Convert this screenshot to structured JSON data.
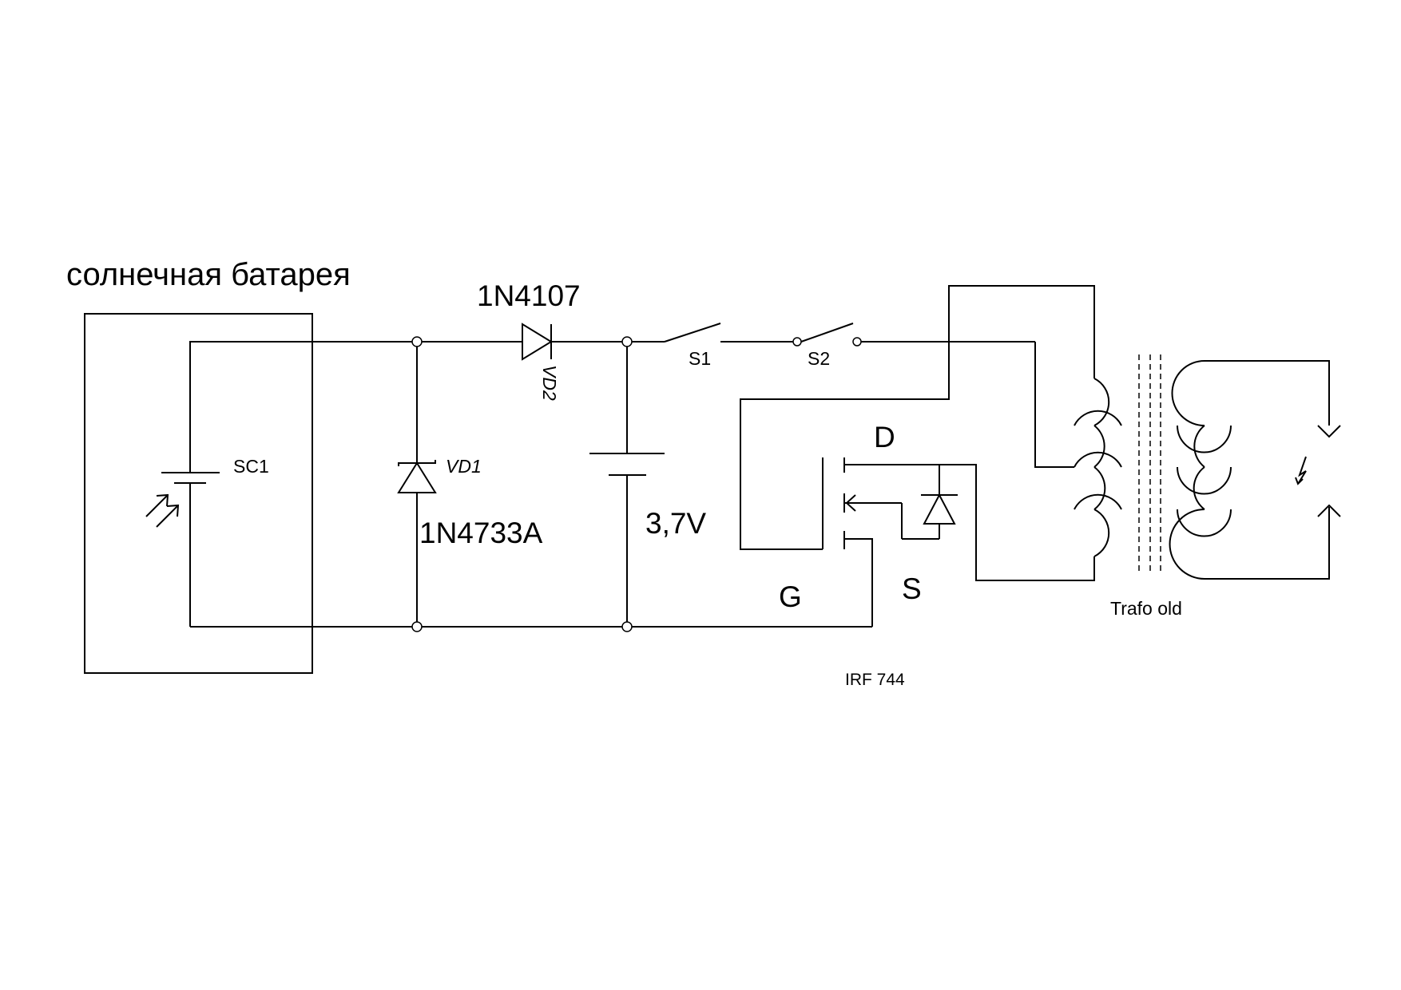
{
  "labels": {
    "title": "солнечная батарея",
    "sc1": "SC1",
    "vd1": "VD1",
    "vd1_part": "1N4733A",
    "vd2": "VD2",
    "vd2_part": "1N4107",
    "battery_voltage": "3,7V",
    "s1": "S1",
    "s2": "S2",
    "drain": "D",
    "gate": "G",
    "source": "S",
    "transformer": "Trafo old",
    "mosfet_part": "IRF 744"
  },
  "icons": {
    "solar_cell": "solar-cell-icon",
    "zener_diode": "zener-diode-icon",
    "diode": "diode-icon",
    "battery": "battery-icon",
    "switch": "switch-icon",
    "mosfet": "mosfet-icon",
    "transformer": "transformer-icon",
    "spark_gap": "spark-gap-icon"
  }
}
